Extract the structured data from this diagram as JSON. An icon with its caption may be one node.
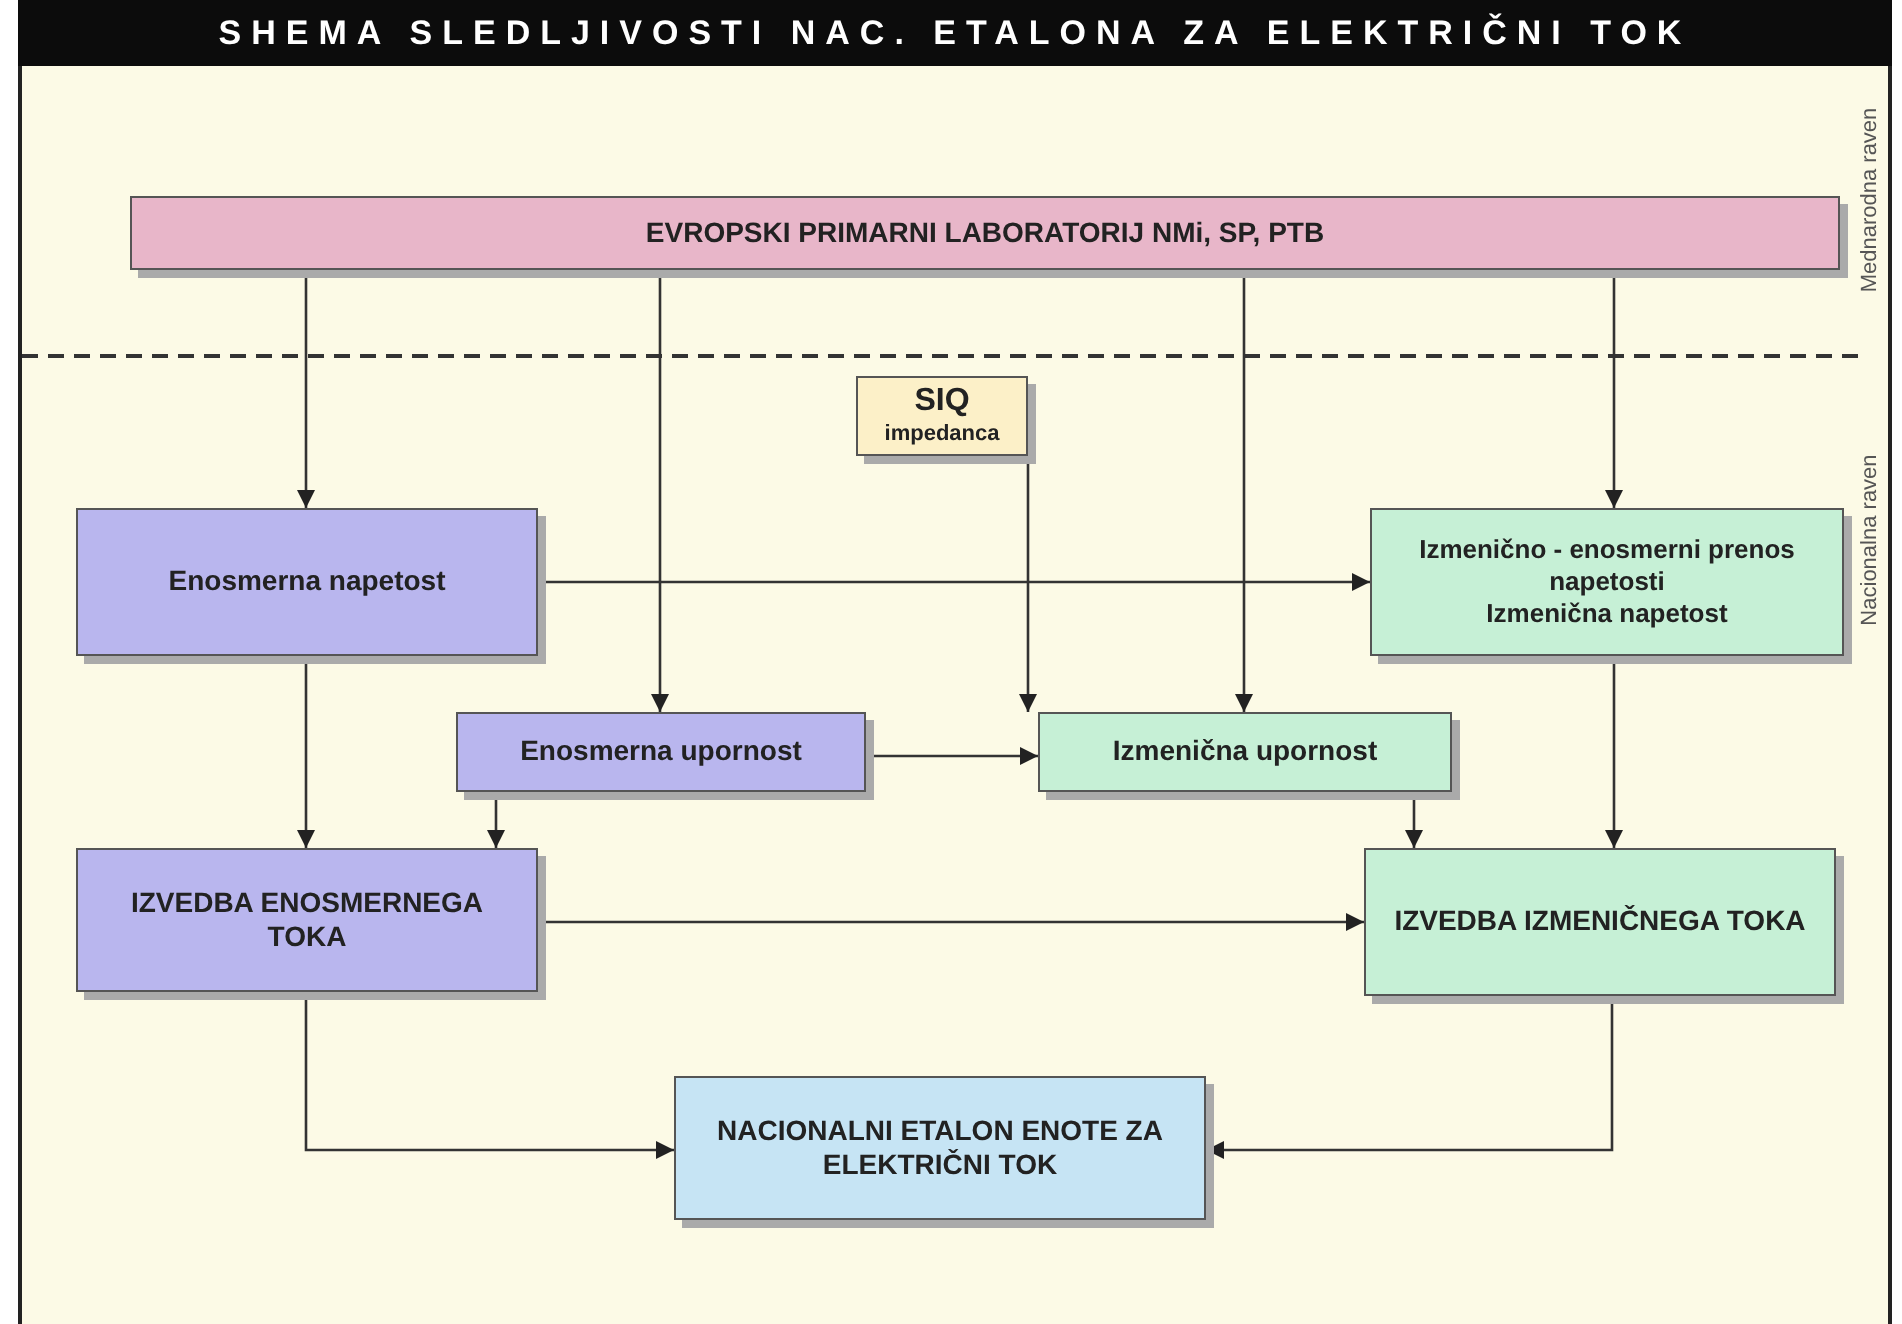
{
  "diagram": {
    "title": "SHEMA SLEDLJIVOSTI NAC. ETALONA ZA ELEKTRIČNI TOK",
    "nodes": [
      {
        "text": [
          "EVROPSKI PRIMARNI LABORATORIJ NMi, SP, PTB"
        ]
      },
      {
        "text": [
          "SIQ",
          "impedanca"
        ]
      },
      {
        "text": [
          "Enosmerna napetost"
        ]
      },
      {
        "text": [
          "Izmenično - enosmerni prenos napetosti",
          "Izmenična napetost"
        ]
      },
      {
        "text": [
          "Enosmerna upornost"
        ]
      },
      {
        "text": [
          "Izmenična upornost"
        ]
      },
      {
        "text": [
          "IZVEDBA ENOSMERNEGA TOKA"
        ]
      },
      {
        "text": [
          "IZVEDBA IZMENIČNEGA TOKA"
        ]
      },
      {
        "text": [
          "NACIONALNI ETALON ENOTE ZA ELEKTRIČNI TOK"
        ]
      }
    ],
    "edges": [
      {
        "from": 0,
        "to": 2,
        "arrow": "to"
      },
      {
        "from": 0,
        "to": 4,
        "arrow": "to"
      },
      {
        "from": 0,
        "to": 5,
        "arrow": "to"
      },
      {
        "from": 0,
        "to": 3,
        "arrow": "to"
      },
      {
        "from": 1,
        "to": 5,
        "arrow": "to"
      },
      {
        "from": 2,
        "to": 3,
        "arrow": "to"
      },
      {
        "from": 2,
        "to": 6,
        "arrow": "to"
      },
      {
        "from": 4,
        "to": 5,
        "arrow": "to"
      },
      {
        "from": 4,
        "to": 6,
        "arrow": "to"
      },
      {
        "from": 5,
        "to": 7,
        "arrow": "to"
      },
      {
        "from": 3,
        "to": 7,
        "arrow": "to"
      },
      {
        "from": 6,
        "to": 7,
        "arrow": "to"
      },
      {
        "from": 6,
        "to": 8,
        "arrow": "to"
      },
      {
        "from": 7,
        "to": 8,
        "arrow": "to"
      }
    ],
    "labels": [
      "Mednarodna raven",
      "Nacionalna raven"
    ]
  }
}
